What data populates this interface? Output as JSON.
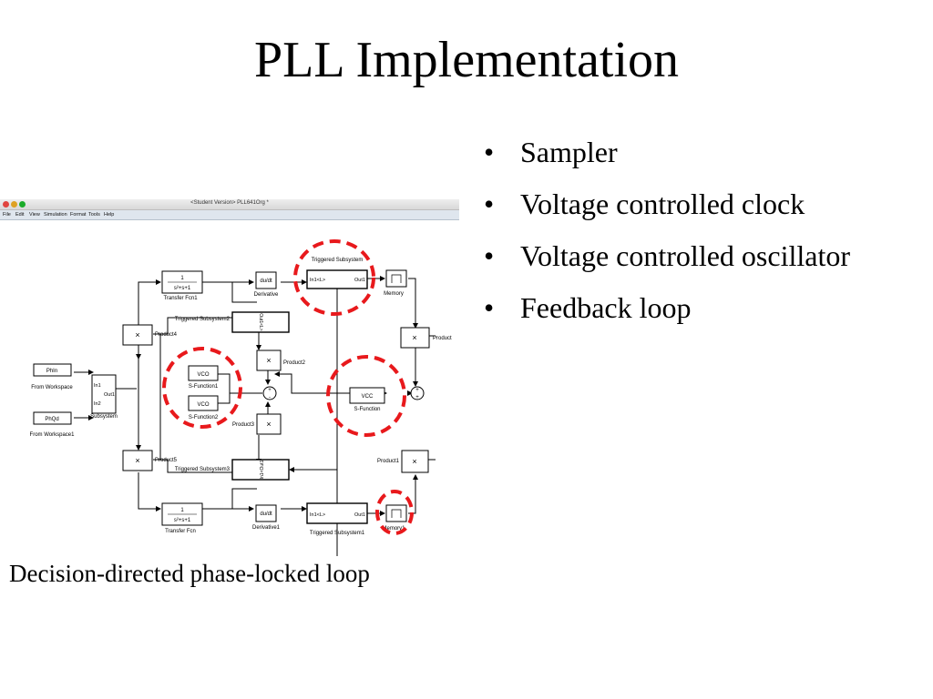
{
  "slide": {
    "title": "PLL Implementation",
    "bullets": [
      "Sampler",
      "Voltage controlled clock",
      "Voltage controlled oscillator",
      "Feedback loop"
    ],
    "caption": "Decision-directed phase-locked loop"
  },
  "window": {
    "title": "<Student Version> PLL641Org *",
    "menu": [
      "File",
      "Edit",
      "View",
      "Simulation",
      "Format",
      "Tools",
      "Help"
    ]
  },
  "blocks": {
    "transfer_fcn1": {
      "num": "1",
      "den": "s²+s+1",
      "label": "Transfer Fcn1"
    },
    "transfer_fcn": {
      "num": "1",
      "den": "s²+s+1",
      "label": "Transfer Fcn"
    },
    "derivative": {
      "text": "du/dt",
      "label": "Derivative"
    },
    "derivative1": {
      "text": "du/dt",
      "label": "Derivative1"
    },
    "triggered_subsystem": {
      "label": "Triggered Subsystem",
      "in": "In1<L>",
      "out": "Out1"
    },
    "triggered_subsystem1": {
      "label": "Triggered Subsystem1",
      "in": "In1<L>",
      "out": "Out1"
    },
    "triggered_subsystem2": {
      "label": "Triggered Subsystem2",
      "port": "Out1<L>"
    },
    "triggered_subsystem3": {
      "label": "Triggered Subsystem3",
      "port": "In1<Out1"
    },
    "memory": {
      "label": "Memory"
    },
    "memory1": {
      "label": "Memory1"
    },
    "product": {
      "sym": "×",
      "label": "Product"
    },
    "product1": {
      "sym": "×",
      "label": "Product1"
    },
    "product2": {
      "sym": "×",
      "label": "Product2"
    },
    "product3": {
      "sym": "×",
      "label": "Product3"
    },
    "product4": {
      "sym": "×",
      "label": "Product4"
    },
    "product5": {
      "sym": "×",
      "label": "Product5"
    },
    "sfun_vco1": {
      "text": "VCO",
      "label": "S-Function1"
    },
    "sfun_vco2": {
      "text": "VCO",
      "label": "S-Function2"
    },
    "sfun_vcc": {
      "text": "VCC",
      "label": "S-Function"
    },
    "phin": {
      "text": "PhIn",
      "label": "From Workspace"
    },
    "phqd": {
      "text": "PhQd",
      "label": "From Workspace1"
    },
    "subsystem": {
      "in1": "In1",
      "in2": "In2",
      "out": "Out1",
      "label": "Subsystem"
    }
  },
  "colors": {
    "highlight_circle": "#e8191c",
    "wire": "#000000",
    "menubar": "#dfe6ee"
  }
}
